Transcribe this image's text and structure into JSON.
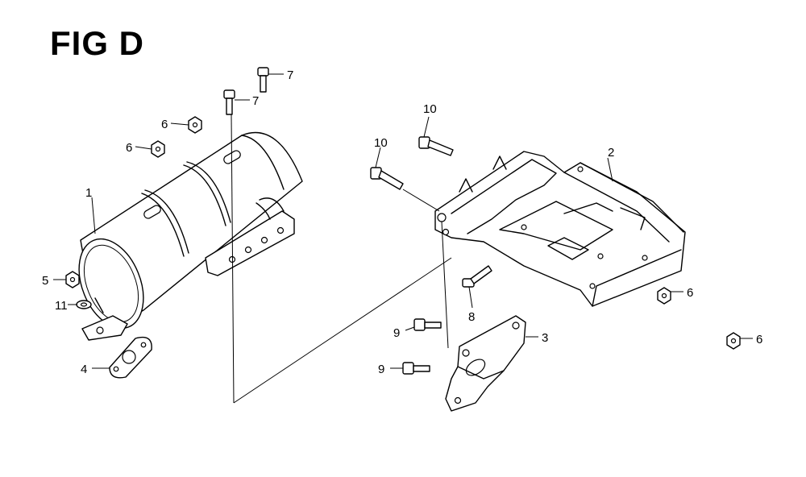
{
  "figure": {
    "title": "FIG D"
  },
  "callouts": [
    {
      "id": "c1",
      "label": "1"
    },
    {
      "id": "c2",
      "label": "2"
    },
    {
      "id": "c3",
      "label": "3"
    },
    {
      "id": "c4",
      "label": "4"
    },
    {
      "id": "c5",
      "label": "5"
    },
    {
      "id": "c6a",
      "label": "6"
    },
    {
      "id": "c6b",
      "label": "6"
    },
    {
      "id": "c6c",
      "label": "6"
    },
    {
      "id": "c6d",
      "label": "6"
    },
    {
      "id": "c7a",
      "label": "7"
    },
    {
      "id": "c7b",
      "label": "7"
    },
    {
      "id": "c8",
      "label": "8"
    },
    {
      "id": "c9a",
      "label": "9"
    },
    {
      "id": "c9b",
      "label": "9"
    },
    {
      "id": "c10a",
      "label": "10"
    },
    {
      "id": "c10b",
      "label": "10"
    },
    {
      "id": "c11",
      "label": "11"
    }
  ]
}
